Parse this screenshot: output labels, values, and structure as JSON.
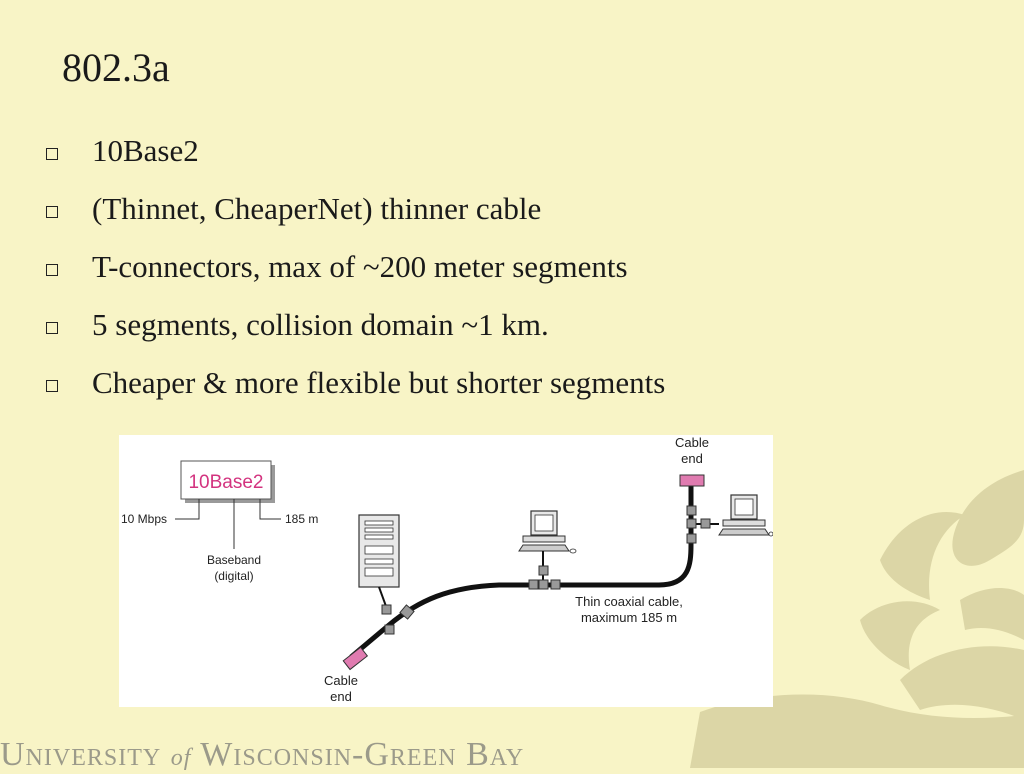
{
  "slide": {
    "title": "802.3a",
    "bullets": [
      "10Base2",
      "(Thinnet, CheaperNet) thinner cable",
      "T-connectors, max of ~200 meter segments",
      "5 segments, collision domain ~1 km.",
      "Cheaper  & more flexible but shorter segments"
    ],
    "footer": {
      "part1": "University ",
      "part2": "of",
      "part3": " Wisconsin-Green Bay"
    }
  },
  "diagram": {
    "box_label": "10Base2",
    "speed": "10 Mbps",
    "length": "185 m",
    "baseband_line1": "Baseband",
    "baseband_line2": "(digital)",
    "cable_end_top_line1": "Cable",
    "cable_end_top_line2": "end",
    "cable_end_bottom_line1": "Cable",
    "cable_end_bottom_line2": "end",
    "cable_label_line1": "Thin coaxial cable,",
    "cable_label_line2": "maximum 185 m"
  },
  "colors": {
    "background": "#f8f4c6",
    "accent_magenta": "#d3337f",
    "terminator": "#e07bb0",
    "watermark": "#d9d4a4"
  }
}
